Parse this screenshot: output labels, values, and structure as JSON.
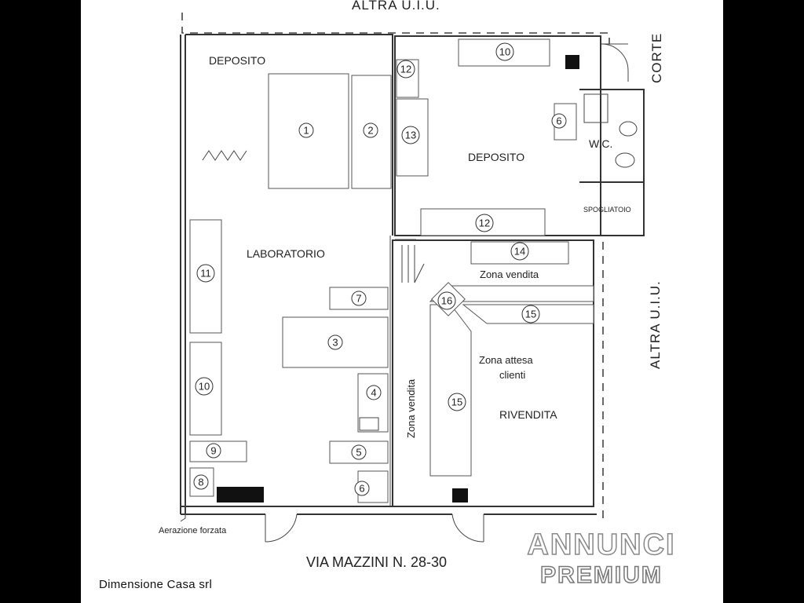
{
  "rooms": {
    "deposito_left": "DEPOSITO",
    "deposito_right": "DEPOSITO",
    "wc": "W.C.",
    "spogliatoio": "SPOGLIATOIO",
    "laboratorio": "LABORATORIO",
    "zona_vendita_top": "Zona vendita",
    "zona_vendita_side": "Zona vendita",
    "zona_attesa_line1": "Zona attesa",
    "zona_attesa_line2": "clienti",
    "rivendita": "RIVENDITA"
  },
  "labels": {
    "altra_top": "ALTRA U.I.U.",
    "altra_right": "ALTRA U.I.U.",
    "corte": "CORTE",
    "aerazione": "Aerazione forzata",
    "street": "VIA  MAZZINI N. 28-30",
    "credit": "Dimensione Casa srl"
  },
  "items": {
    "n1": "1",
    "n2": "2",
    "n3": "3",
    "n4": "4",
    "n5": "5",
    "n6a": "6",
    "n6b": "6",
    "n7": "7",
    "n8": "8",
    "n9": "9",
    "n10a": "10",
    "n10b": "10",
    "n11": "11",
    "n12a": "12",
    "n12b": "12",
    "n13": "13",
    "n14": "14",
    "n15a": "15",
    "n15b": "15",
    "n16": "16"
  },
  "watermark": {
    "line1": "ANNUNCI",
    "line2": "PREMIUM"
  },
  "colors": {
    "background": "#000000",
    "paper": "#ffffff",
    "ink": "#333333"
  }
}
